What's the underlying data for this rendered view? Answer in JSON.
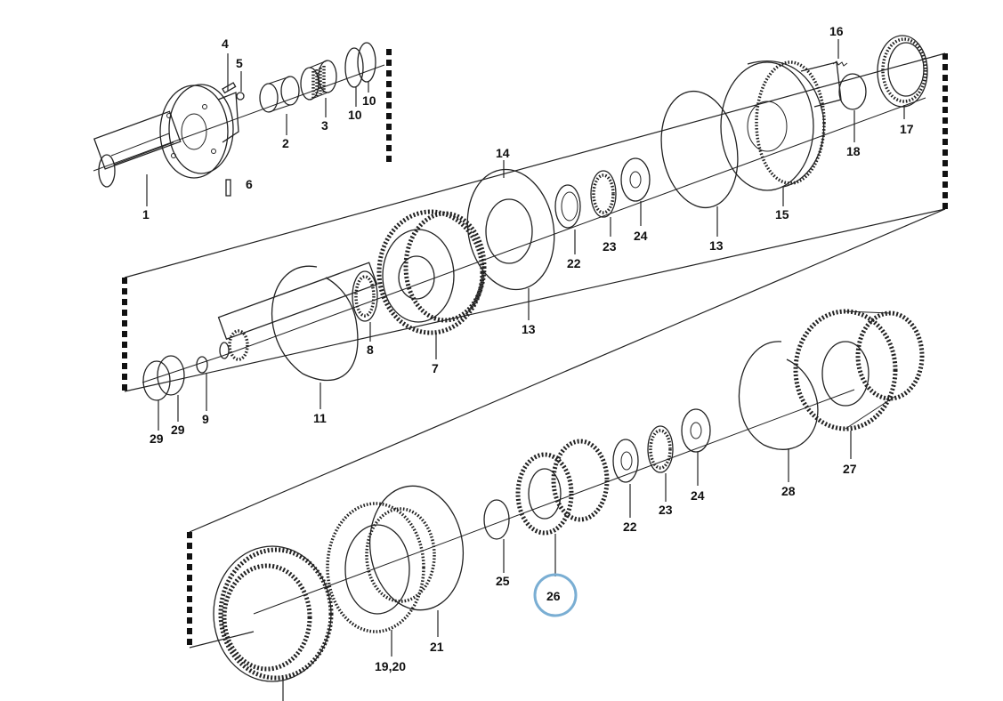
{
  "diagram": {
    "highlight_color": "#7aaed3",
    "highlighted_label": "26",
    "labels": {
      "p1": "1",
      "p2": "2",
      "p3": "3",
      "p4": "4",
      "p5": "5",
      "p6": "6",
      "p10a": "10",
      "p10b": "10",
      "p16": "16",
      "p17": "17",
      "p18": "18",
      "p15": "15",
      "p13a": "13",
      "p14": "14",
      "p22a": "22",
      "p23a": "23",
      "p24a": "24",
      "p13b": "13",
      "p7": "7",
      "p8": "8",
      "p11": "11",
      "p9": "9",
      "p29a": "29",
      "p29b": "29",
      "p27": "27",
      "p28": "28",
      "p24b": "24",
      "p23b": "23",
      "p22b": "22",
      "p26": "26",
      "p25": "25",
      "p21": "21",
      "p1920": "19,20"
    }
  }
}
